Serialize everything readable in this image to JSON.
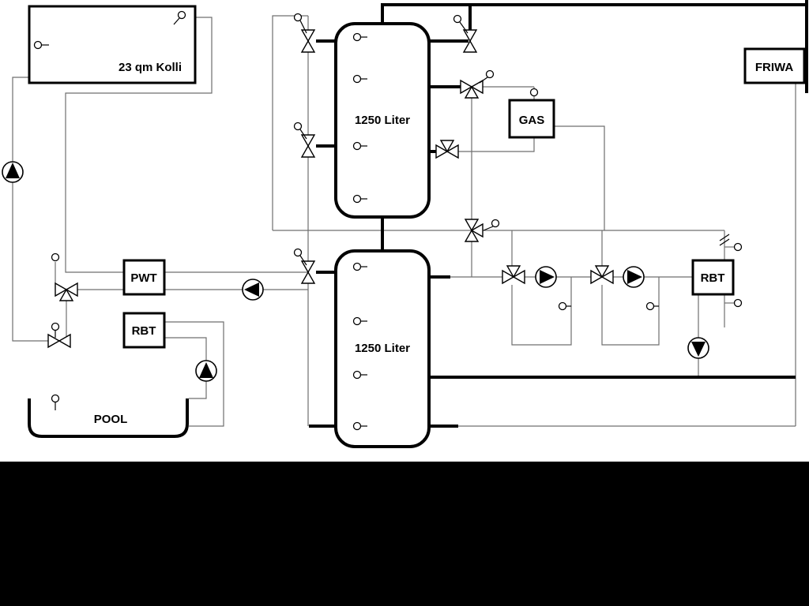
{
  "diagram": {
    "title": "Heating / solar / pool hydraulic schematic",
    "labels": {
      "collector": "23 qm Kolli",
      "tank1": "1250 Liter",
      "tank2": "1250 Liter",
      "gas": "GAS",
      "friwa": "FRIWA",
      "pwt": "PWT",
      "rbt_left": "RBT",
      "rbt_right": "RBT",
      "pool": "POOL"
    },
    "colors": {
      "background": "#ffffff",
      "letterbox": "#000000",
      "pipe_thin": "#6f6f6f",
      "pipe_thick": "#000000",
      "component_fill": "#ffffff"
    },
    "icons": {
      "pump": "circle-with-filled-triangle",
      "valve": "bowtie-two-triangles",
      "three_way_valve": "bowtie-three-triangles",
      "sensor": "small-circle-with-stub"
    },
    "components": {
      "pumps": [
        {
          "name": "solar-pump",
          "direction": "up"
        },
        {
          "name": "charge-pump",
          "direction": "left"
        },
        {
          "name": "pool-pump",
          "direction": "up"
        },
        {
          "name": "heating-pump-1",
          "direction": "right"
        },
        {
          "name": "heating-pump-2",
          "direction": "right"
        },
        {
          "name": "friwa-pump",
          "direction": "down"
        }
      ],
      "valve_count": 11,
      "sensor_count": 18,
      "tank_count": 2
    }
  }
}
